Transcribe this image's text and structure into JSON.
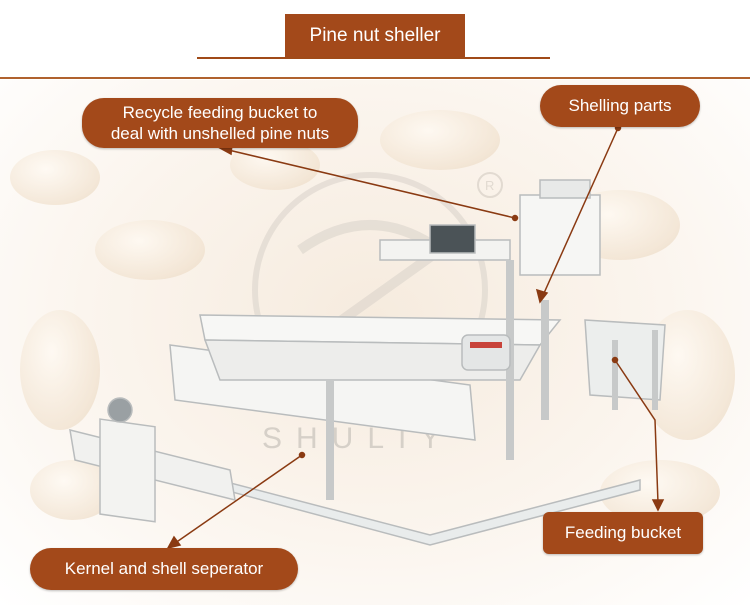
{
  "title": "Pine nut sheller",
  "watermark": "SHULIY",
  "callouts": {
    "recycle_line1": "Recycle feeding bucket to",
    "recycle_line2": "deal with unshelled pine nuts",
    "shelling": "Shelling parts",
    "feeding": "Feeding bucket",
    "separator": "Kernel and shell seperator"
  },
  "colors": {
    "label_bg": "#a3491a",
    "label_text": "#ffffff",
    "leader_line": "#8a3a12",
    "machine": "#f4f4f2"
  }
}
